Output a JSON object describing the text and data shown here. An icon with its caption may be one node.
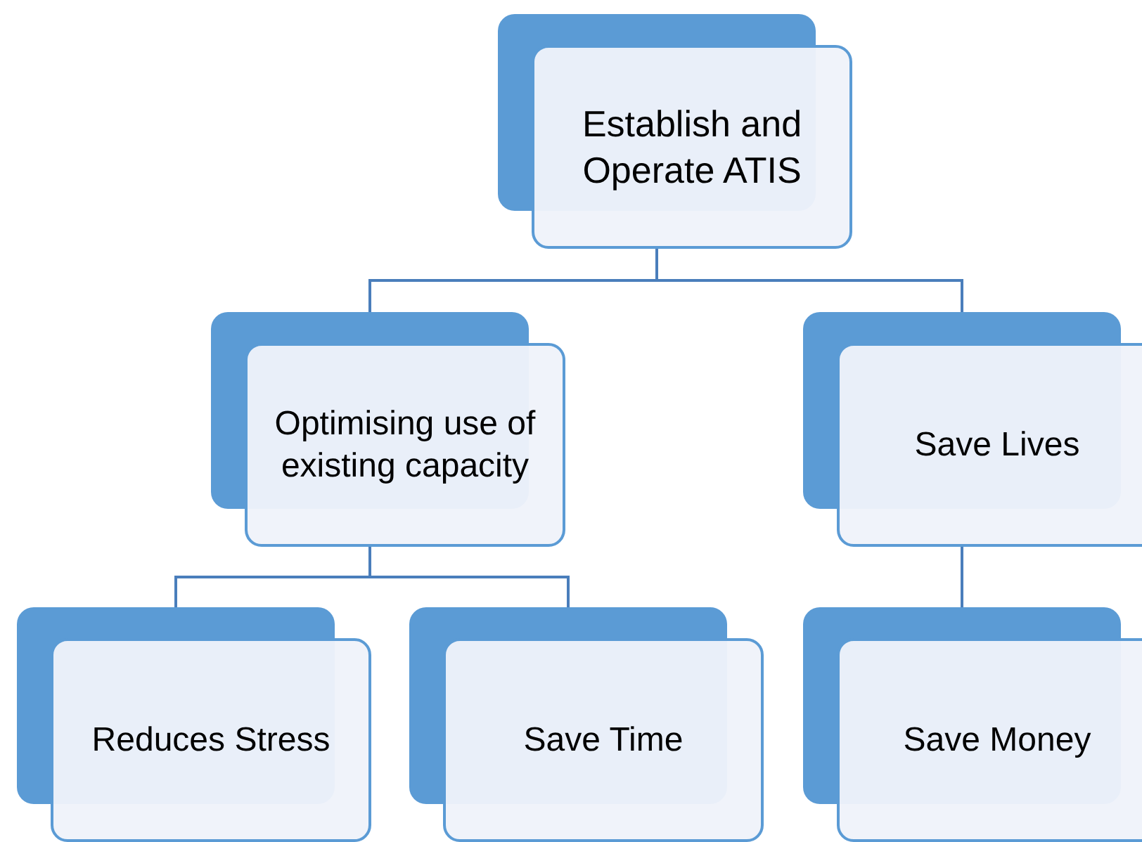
{
  "diagram": {
    "nodes": [
      {
        "text": [
          "Establish and Operate ATIS"
        ]
      },
      {
        "text": [
          "Optimising use of existing capacity"
        ]
      },
      {
        "text": [
          "Save Lives"
        ]
      },
      {
        "text": [
          "Reduces Stress"
        ]
      },
      {
        "text": [
          "Save Time"
        ]
      },
      {
        "text": [
          "Save Money"
        ]
      }
    ],
    "edges": [
      {
        "from": 0,
        "to": 1,
        "arrow": "none"
      },
      {
        "from": 0,
        "to": 2,
        "arrow": "none"
      },
      {
        "from": 1,
        "to": 3,
        "arrow": "none"
      },
      {
        "from": 1,
        "to": 4,
        "arrow": "none"
      },
      {
        "from": 2,
        "to": 5,
        "arrow": "none"
      }
    ]
  }
}
